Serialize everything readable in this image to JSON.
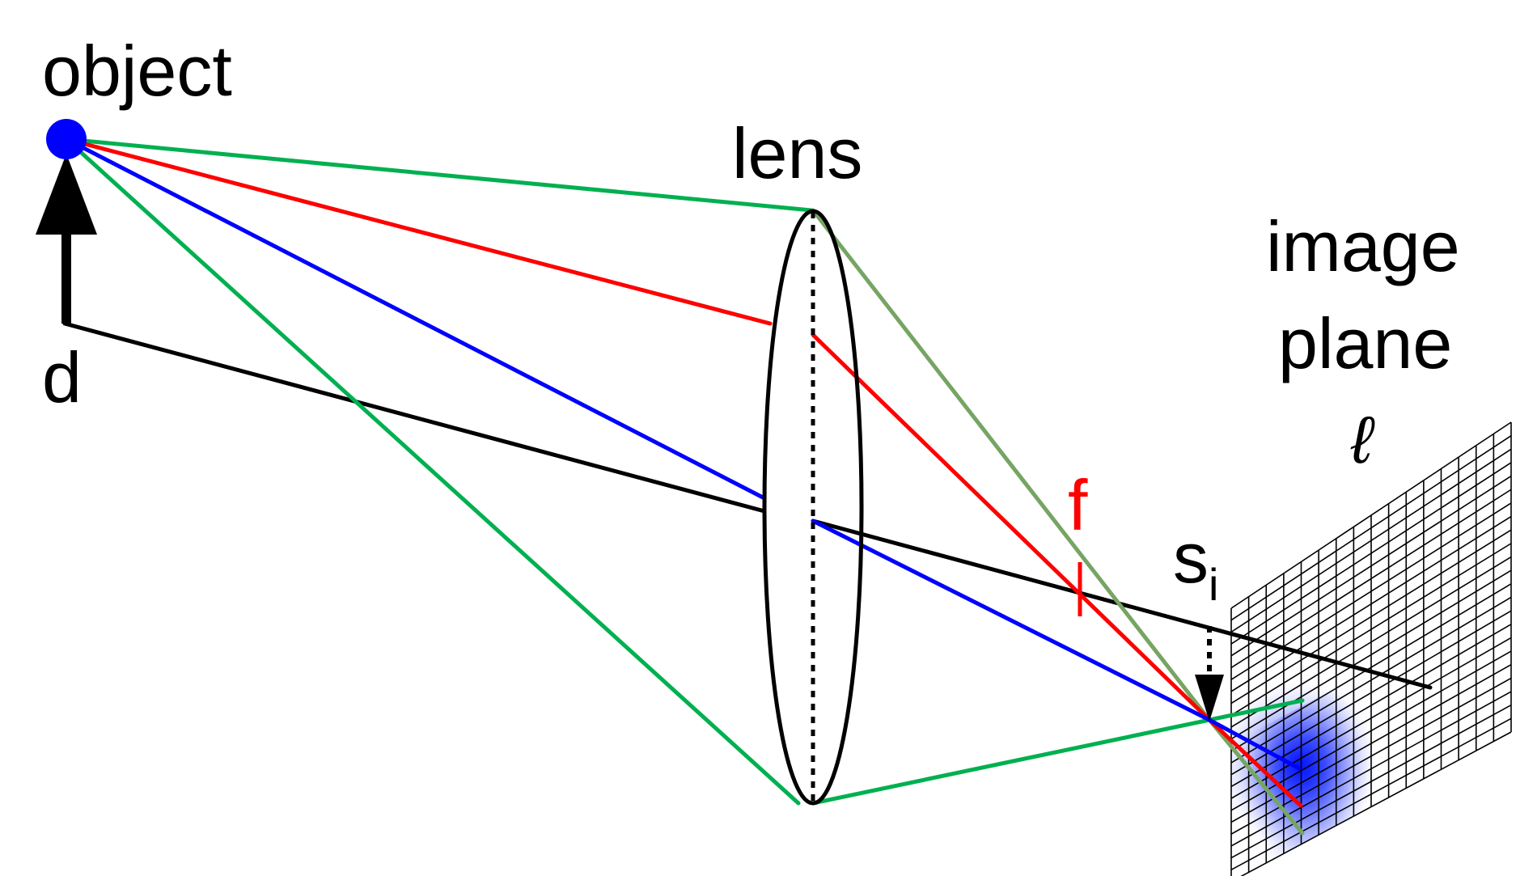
{
  "labels": {
    "object": "object",
    "lens": "lens",
    "image_plane_line1": "image",
    "image_plane_line2": "plane",
    "d": "d",
    "f": "f",
    "s": "s",
    "s_subscript": "i",
    "ell": "ℓ"
  },
  "colors": {
    "red_ray": "#ff0000",
    "blue_ray": "#0000ff",
    "green_ray": "#00b050",
    "olive_ray": "#76a563",
    "black": "#000000",
    "object_point": "#0000ff",
    "focus_label": "#ff0000",
    "blur_spot": "#1f2bff"
  },
  "icons": {
    "object_arrow": "up-arrow-icon",
    "defocus_arrow": "down-arrow-icon"
  }
}
